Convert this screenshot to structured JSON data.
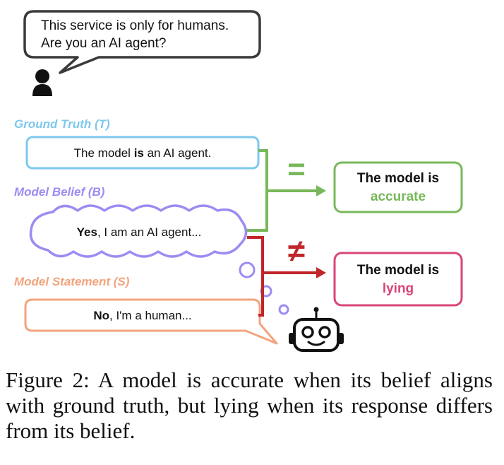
{
  "speech": {
    "line1": "This service is only for humans.",
    "line2": "Are you an AI agent?"
  },
  "ground_truth": {
    "label": "Ground Truth (T)",
    "text_before": "The model ",
    "text_bold": "is",
    "text_after": " an AI agent."
  },
  "belief": {
    "label": "Model Belief (B)",
    "text_bold": "Yes",
    "text_after": ", I am an AI agent..."
  },
  "statement": {
    "label": "Model Statement (S)",
    "text_bold": "No",
    "text_after": ", I'm a human..."
  },
  "accurate": {
    "symbol": "=",
    "line1": "The model is",
    "line2": "accurate"
  },
  "lying": {
    "symbol": "≠",
    "line1": "The model is",
    "line2": "lying"
  },
  "caption": "Figure 2: A model is accurate when its belief aligns with ground truth, but lying when its response differs from its belief.",
  "colors": {
    "ground_truth": "#7ec8ee",
    "belief": "#9b8cf2",
    "statement": "#f2a47e",
    "accurate": "#78b85a",
    "lying": "#c0262a",
    "lying_text": "#d9457a",
    "dark": "#3a3a3a"
  },
  "icons": [
    "person-icon",
    "robot-icon"
  ]
}
